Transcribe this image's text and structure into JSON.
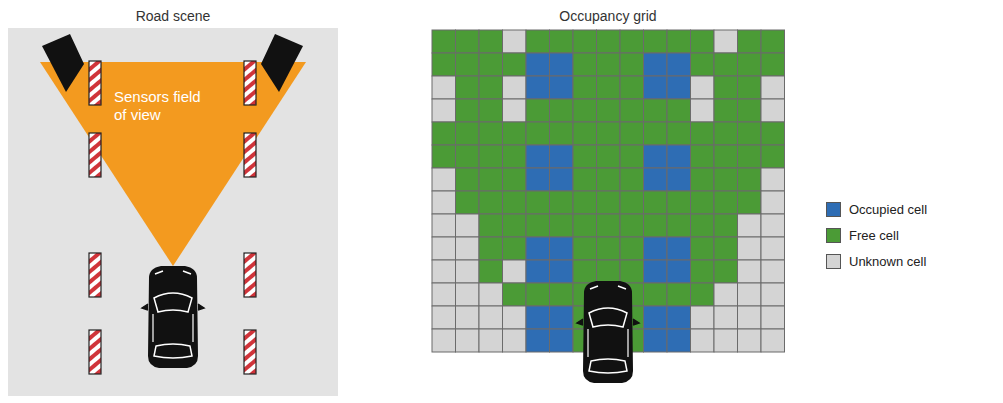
{
  "diagram": {
    "labels": [
      "Road scene",
      "Occupancy grid",
      "Sensors field of view"
    ],
    "legend": [
      {
        "text": "Occupied cell",
        "color": "#2e6db4"
      },
      {
        "text": "Free cell",
        "color": "#4b9b36"
      },
      {
        "text": "Unknown cell",
        "color": "#d4d4d4"
      }
    ]
  }
}
